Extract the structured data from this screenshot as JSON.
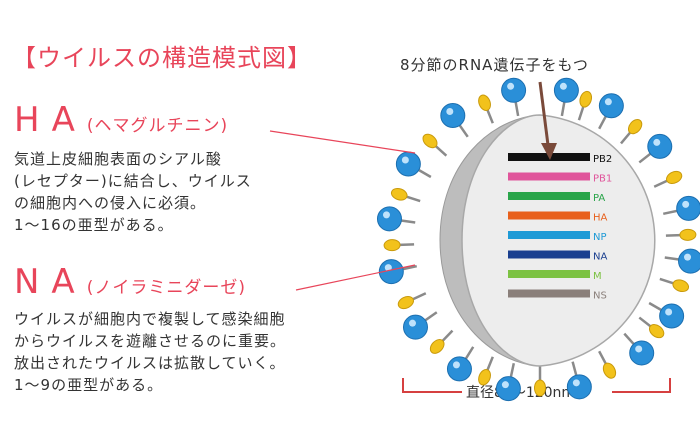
{
  "title": "【ウイルスの構造模式図】",
  "ha": {
    "name": "HA",
    "reading": "(ヘマグルチニン)",
    "description": [
      "気道上皮細胞表面のシアル酸",
      "(レセプター)に結合し、ウイルス",
      "の細胞内への侵入に必須。",
      " 1～16の亜型がある。"
    ]
  },
  "na": {
    "name": "NA",
    "reading": "(ノイラミニダーゼ)",
    "description": [
      "ウイルスが細胞内で複製して感染細胞",
      "からウイルスを遊離させるのに重要。",
      "放出されたウイルスは拡散していく。",
      " 1～9の亜型がある。"
    ]
  },
  "rna_caption": "8分節のRNA遺伝子をもつ",
  "diameter": "直径80～120nm",
  "segments": [
    {
      "label": "PB2",
      "color": "#111111"
    },
    {
      "label": "PB1",
      "color": "#e0559b"
    },
    {
      "label": "PA",
      "color": "#2aa54a"
    },
    {
      "label": "HA",
      "color": "#e8601c"
    },
    {
      "label": "NP",
      "color": "#1e9ad6"
    },
    {
      "label": "NA",
      "color": "#1a3f8f"
    },
    {
      "label": "M",
      "color": "#7cc242"
    },
    {
      "label": "NS",
      "color": "#8a7f7a"
    }
  ],
  "colors": {
    "accent": "#e8455a",
    "ha_spike": "#2a8fd8",
    "na_spike": "#f2c21b",
    "envelope": "#bdbdbd",
    "pointer": "#7a4a3a"
  }
}
